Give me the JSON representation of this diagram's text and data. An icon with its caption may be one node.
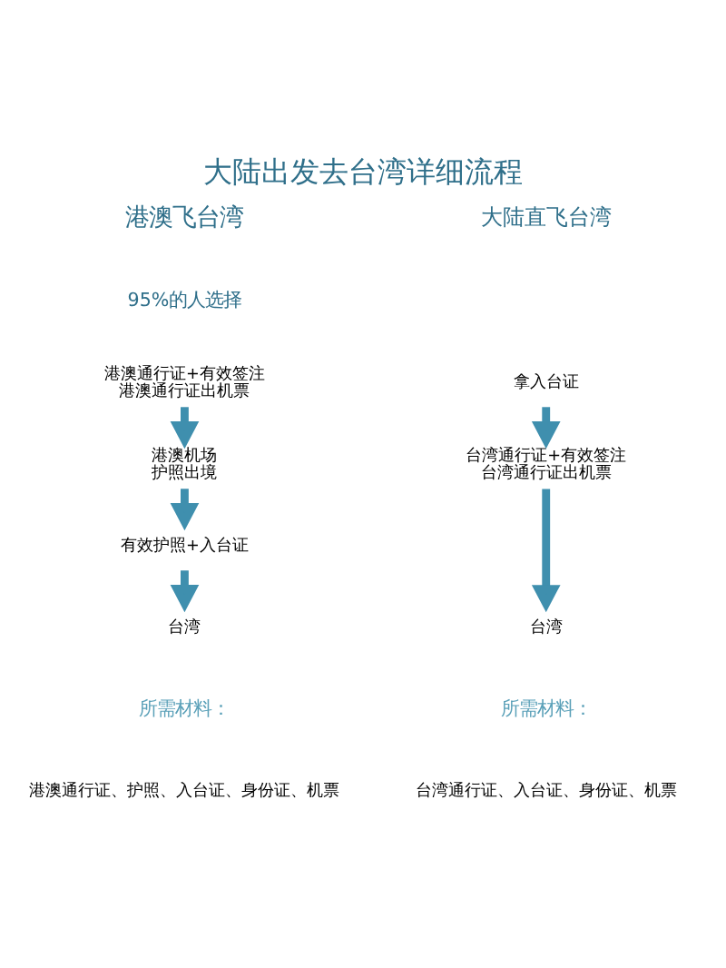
{
  "diagram": {
    "title": "大陆出发去台湾详细流程",
    "nodes": [
      {
        "text": [
          "港澳通行证+有效签注",
          "港澳通行证出机票"
        ]
      },
      {
        "text": [
          "港澳机场",
          "护照出境"
        ]
      },
      {
        "text": [
          "有效护照+入台证"
        ]
      },
      {
        "text": [
          "台湾"
        ]
      },
      {
        "text": [
          "拿入台证"
        ]
      },
      {
        "text": [
          "台湾通行证+有效签注",
          "台湾通行证出机票"
        ]
      },
      {
        "text": [
          "台湾"
        ]
      }
    ],
    "edges": [
      {
        "from": 0,
        "to": 1,
        "arrow": "to"
      },
      {
        "from": 1,
        "to": 2,
        "arrow": "to"
      },
      {
        "from": 2,
        "to": 3,
        "arrow": "to"
      },
      {
        "from": 4,
        "to": 5,
        "arrow": "to"
      },
      {
        "from": 5,
        "to": 6,
        "arrow": "to"
      }
    ],
    "labels": [
      "港澳飞台湾",
      "95%的人选择",
      "大陆直飞台湾",
      "所需材料：",
      "港澳通行证、护照、入台证、身份证、机票",
      "所需材料：",
      "台湾通行证、入台证、身份证、机票"
    ]
  }
}
